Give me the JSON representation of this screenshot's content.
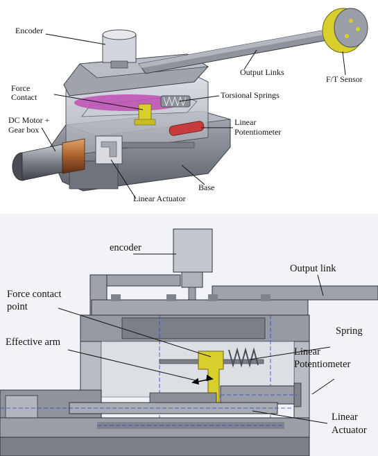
{
  "top_panel": {
    "labels": {
      "encoder": "Encoder",
      "output_links": "Output Links",
      "ft_sensor": "F/T Sensor",
      "force_contact_1": "Force",
      "force_contact_2": "Contact",
      "torsional_springs": "Torsional Springs",
      "dc_motor_1": "DC Motor +",
      "dc_motor_2": "Gear box",
      "linear_potentiometer_1": "Linear",
      "linear_potentiometer_2": "Potentiometer",
      "base": "Base",
      "linear_actuator": "Linear Actuator"
    }
  },
  "bottom_panel": {
    "labels": {
      "encoder": "encoder",
      "output_link": "Output link",
      "force_contact_point_1": "Force contact",
      "force_contact_point_2": "point",
      "spring": "Spring",
      "effective_arm": "Effective arm",
      "linear_potentiometer_1": "Linear",
      "linear_potentiometer_2": "Potentiometer",
      "linear_actuator_1": "Linear",
      "linear_actuator_2": "Actuator"
    }
  },
  "colors": {
    "metal": "#8c9098",
    "metal_dark": "#5f636b",
    "sensor_yellow": "#d8cf2c",
    "copper": "#b36a35",
    "magenta": "#c04fb4",
    "red_part": "#c63c3c",
    "hidden_line": "#2d3fd0",
    "background_bottom": "#f1f3f6"
  }
}
